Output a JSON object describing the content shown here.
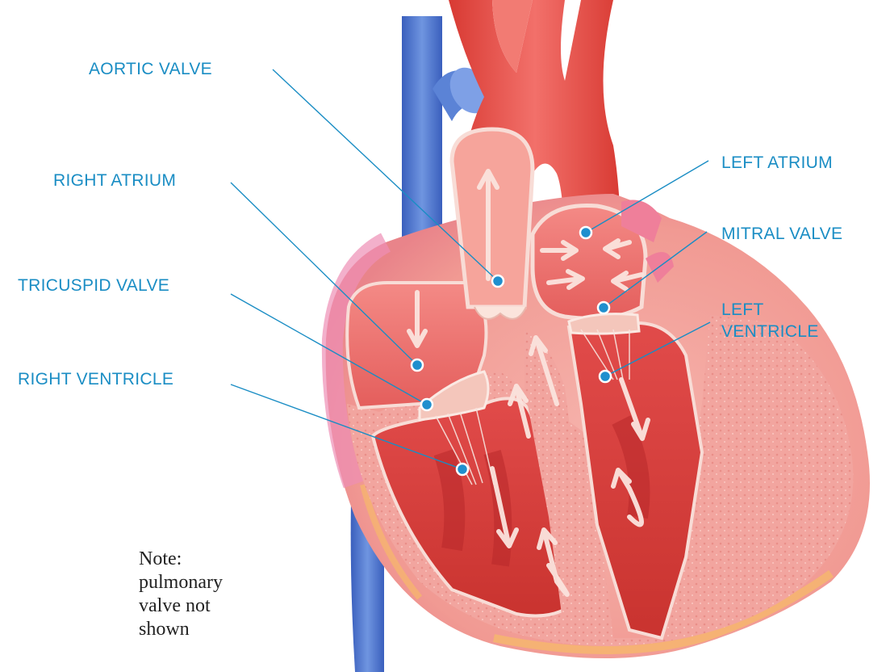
{
  "colors": {
    "label": "#1a8dc4",
    "leader": "#1a8dc4",
    "dot": "#1f8fce",
    "note": "#222222",
    "vein": "#3f6fc9",
    "artery": "#e8473d",
    "muscle": "#e25655",
    "wall": "#f2a6a0",
    "chamber": "#f07f84"
  },
  "labels": {
    "aortic_valve": "AORTIC VALVE",
    "right_atrium": "RIGHT ATRIUM",
    "tricuspid_valve": "TRICUSPID VALVE",
    "right_ventricle": "RIGHT VENTRICLE",
    "left_atrium": "LEFT ATRIUM",
    "mitral_valve": "MITRAL VALVE",
    "left_ventricle_line1": "LEFT",
    "left_ventricle_line2": "VENTRICLE"
  },
  "note": {
    "line1": "Note:",
    "line2": "pulmonary",
    "line3": "valve not",
    "line4": "shown"
  }
}
